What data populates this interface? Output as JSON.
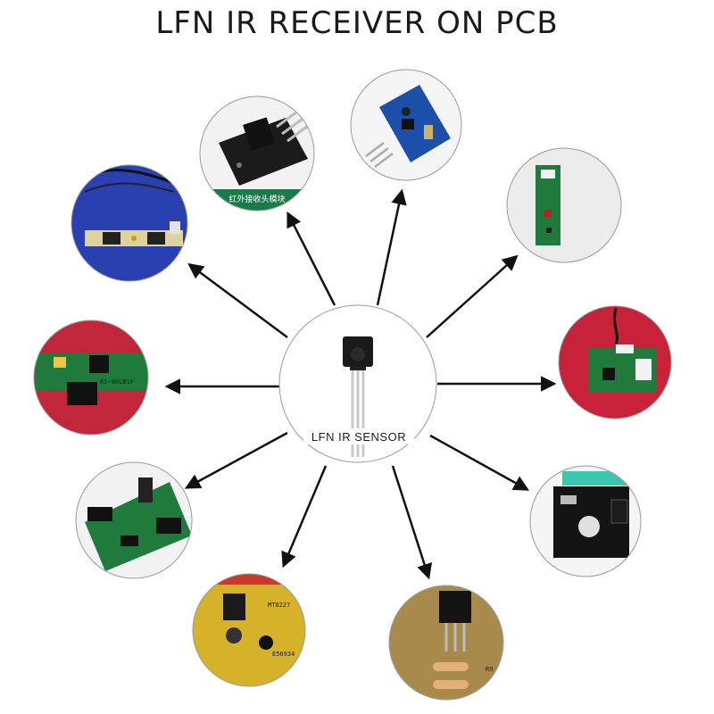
{
  "title": "LFN IR RECEIVER ON PCB",
  "center": {
    "label": "LFN IR SENSOR"
  },
  "colors": {
    "arrow": "#111111",
    "circle_border": "#9a9a9a",
    "pcb_green": "#1f7a3c",
    "pcb_blue": "#1c4fa8",
    "pcb_yellow": "#d6b12a",
    "pcb_red_bg": "#c2263a",
    "cloth_blue": "#2a3fb0"
  },
  "nodes": [
    {
      "id": "top-left-module",
      "caption": "红外接收头模块",
      "icon": "black-ir-module-board-icon"
    },
    {
      "id": "top-blue-board",
      "icon": "blue-ir-sensor-board-icon"
    },
    {
      "id": "right-top-green-strip",
      "icon": "green-strip-pcb-icon"
    },
    {
      "id": "left-top-strip-board",
      "icon": "strip-board-with-cable-icon"
    },
    {
      "id": "left-middle-green-board",
      "icon": "green-board-on-red-icon"
    },
    {
      "id": "right-middle-green-board",
      "icon": "green-board-with-cable-icon"
    },
    {
      "id": "left-lower-green-board",
      "icon": "green-board-with-capacitor-icon"
    },
    {
      "id": "right-lower-black-board",
      "icon": "black-wifi-module-board-icon"
    },
    {
      "id": "bottom-left-yellow-board",
      "icon": "yellow-tv-board-icon"
    },
    {
      "id": "bottom-right-brown-board",
      "icon": "brown-board-with-resistors-icon"
    }
  ]
}
